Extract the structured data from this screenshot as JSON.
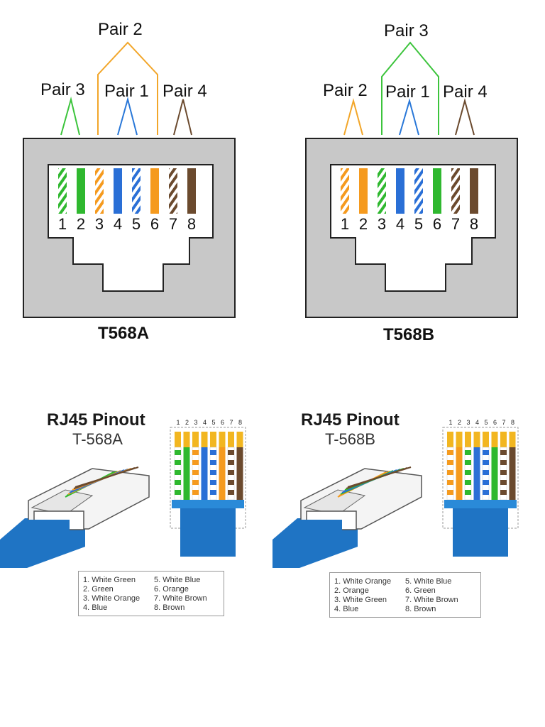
{
  "jacks": [
    {
      "id": "t568a",
      "title": "T568A",
      "pairs": [
        "Pair 3",
        "Pair 2",
        "Pair 1",
        "Pair 4"
      ],
      "pins": [
        "1",
        "2",
        "3",
        "4",
        "5",
        "6",
        "7",
        "8"
      ],
      "wires": [
        {
          "base": "#2fb82f",
          "striped": true
        },
        {
          "base": "#2fb82f",
          "striped": false
        },
        {
          "base": "#f59a1e",
          "striped": true
        },
        {
          "base": "#2a6fd6",
          "striped": false
        },
        {
          "base": "#2a6fd6",
          "striped": true
        },
        {
          "base": "#f59a1e",
          "striped": false
        },
        {
          "base": "#6b4a2e",
          "striped": true
        },
        {
          "base": "#6b4a2e",
          "striped": false
        }
      ]
    },
    {
      "id": "t568b",
      "title": "T568B",
      "pairs": [
        "Pair 2",
        "Pair 3",
        "Pair 1",
        "Pair 4"
      ],
      "pins": [
        "1",
        "2",
        "3",
        "4",
        "5",
        "6",
        "7",
        "8"
      ],
      "wires": [
        {
          "base": "#f59a1e",
          "striped": true
        },
        {
          "base": "#f59a1e",
          "striped": false
        },
        {
          "base": "#2fb82f",
          "striped": true
        },
        {
          "base": "#2a6fd6",
          "striped": false
        },
        {
          "base": "#2a6fd6",
          "striped": true
        },
        {
          "base": "#2fb82f",
          "striped": false
        },
        {
          "base": "#6b4a2e",
          "striped": true
        },
        {
          "base": "#6b4a2e",
          "striped": false
        }
      ]
    }
  ],
  "pinouts": [
    {
      "title": "RJ45 Pinout",
      "subtitle": "T-568A",
      "pins": [
        "1",
        "2",
        "3",
        "4",
        "5",
        "6",
        "7",
        "8"
      ],
      "legend_left": [
        "1. White Green",
        "2. Green",
        "3. White Orange",
        "4. Blue"
      ],
      "legend_right": [
        "5. White Blue",
        "6. Orange",
        "7. White Brown",
        "8. Brown"
      ]
    },
    {
      "title": "RJ45 Pinout",
      "subtitle": "T-568B",
      "pins": [
        "1",
        "2",
        "3",
        "4",
        "5",
        "6",
        "7",
        "8"
      ],
      "legend_left": [
        "1. White Orange",
        "2. Orange",
        "3. White Green",
        "4. Blue"
      ],
      "legend_right": [
        "5. White Blue",
        "6. Green",
        "7. White Brown",
        "8. Brown"
      ]
    }
  ],
  "colors": {
    "housing": "#c8c8c8",
    "plug_blue": "#1f74c4",
    "plug_band": "#2a8ad8",
    "gold": "#f2b620"
  }
}
